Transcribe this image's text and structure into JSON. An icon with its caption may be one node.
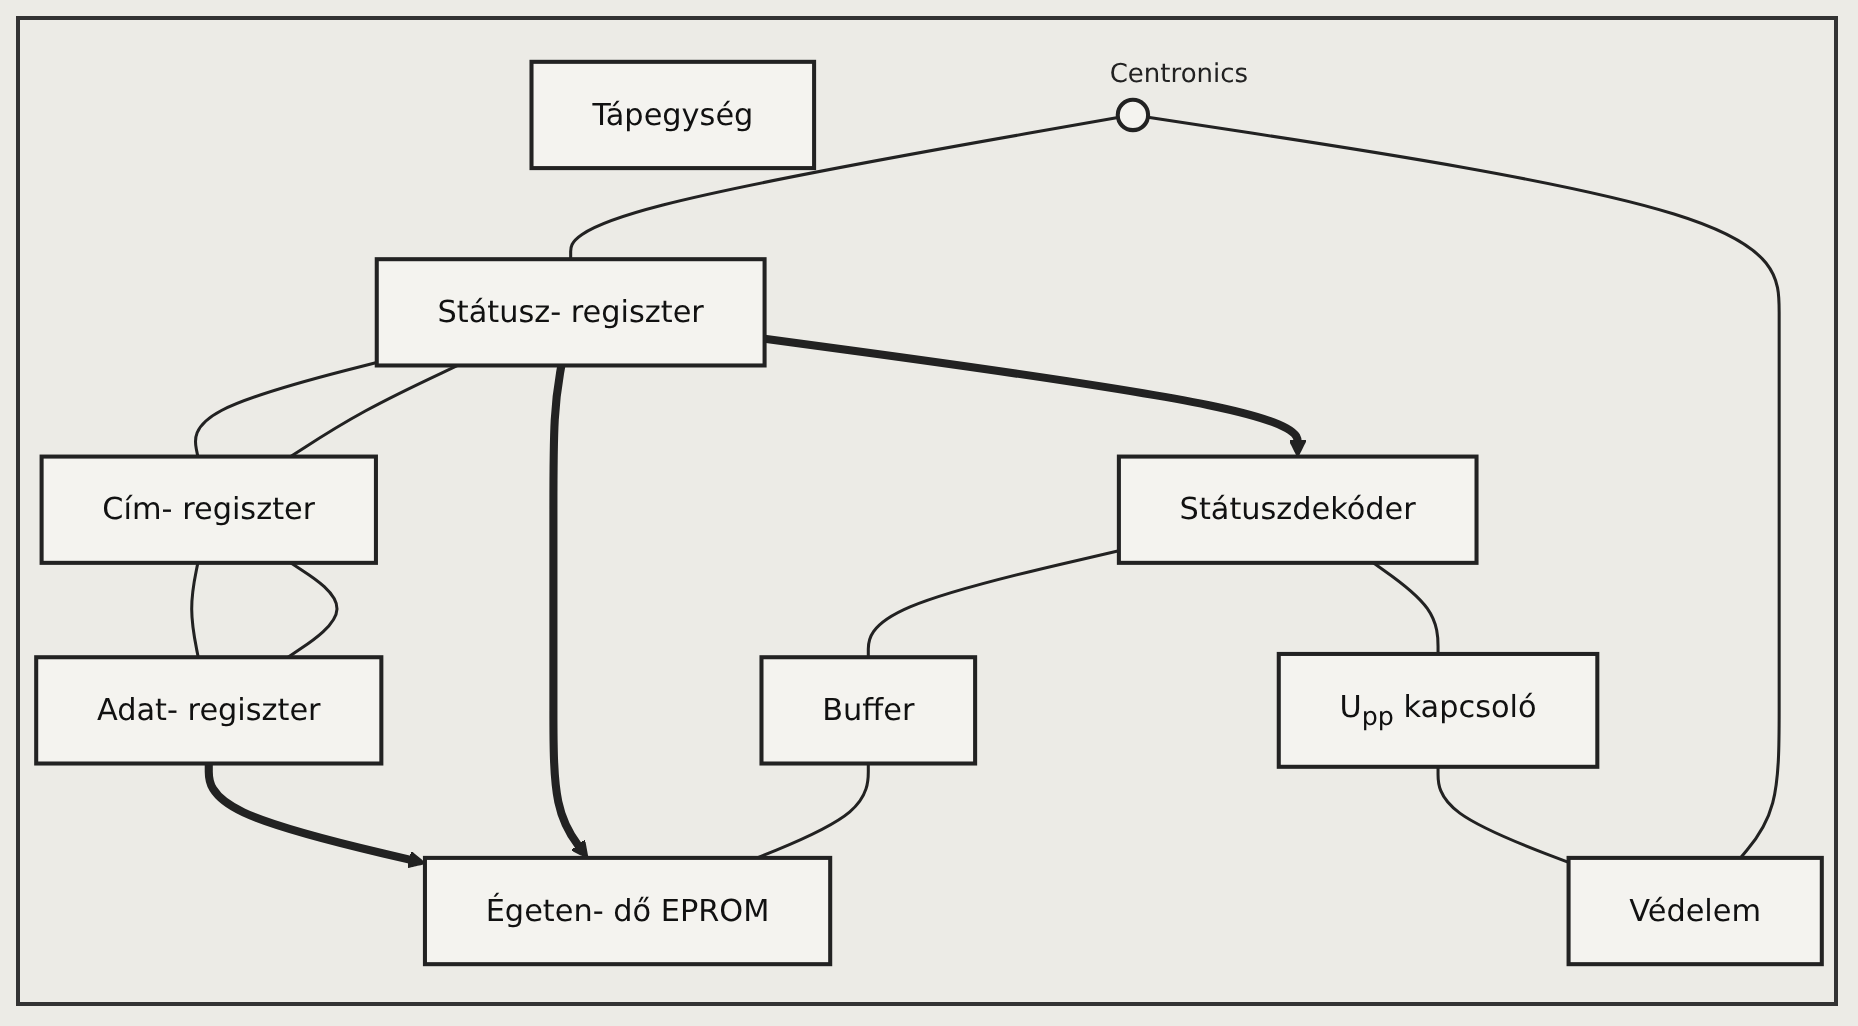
{
  "diagram": {
    "nodes": [
      {
        "text": [],
        "shape": "circle",
        "beside": [
          "Centronics"
        ]
      },
      {
        "text": [
          "Státusz- regiszter"
        ]
      },
      {
        "text": [
          "Cím- regiszter"
        ]
      },
      {
        "text": [
          "Adat- regiszter"
        ]
      },
      {
        "text": [
          "Státuszdekóder"
        ]
      },
      {
        "text": [
          "Buffer"
        ]
      },
      {
        "text": [
          "Égeten- dő EPROM"
        ]
      },
      {
        "text": [
          "Tápegység"
        ]
      },
      {
        "text": [
          "U$_{pp}$ kapcsoló"
        ]
      },
      {
        "text": [
          "Védelem"
        ]
      }
    ],
    "edges": [
      {
        "from": 0,
        "to": 1,
        "arrow": "none"
      },
      {
        "from": 1,
        "to": 2,
        "arrow": "none"
      },
      {
        "from": 2,
        "to": 3,
        "arrow": "none"
      },
      {
        "from": 1,
        "to": 2,
        "arrow": "none"
      },
      {
        "from": 2,
        "to": 3,
        "arrow": "none"
      },
      {
        "from": 1,
        "to": 6,
        "arrow": "to",
        "style": "thick"
      },
      {
        "from": 3,
        "to": 6,
        "arrow": "to",
        "style": "thick"
      },
      {
        "from": 1,
        "to": 4,
        "arrow": "to",
        "style": "thick"
      },
      {
        "from": 0,
        "to": 9,
        "arrow": "none"
      },
      {
        "from": 4,
        "to": 5,
        "arrow": "none"
      },
      {
        "from": 5,
        "to": 6,
        "arrow": "none"
      },
      {
        "from": 4,
        "to": 8,
        "arrow": "none"
      },
      {
        "from": 8,
        "to": 9,
        "arrow": "none"
      }
    ]
  }
}
